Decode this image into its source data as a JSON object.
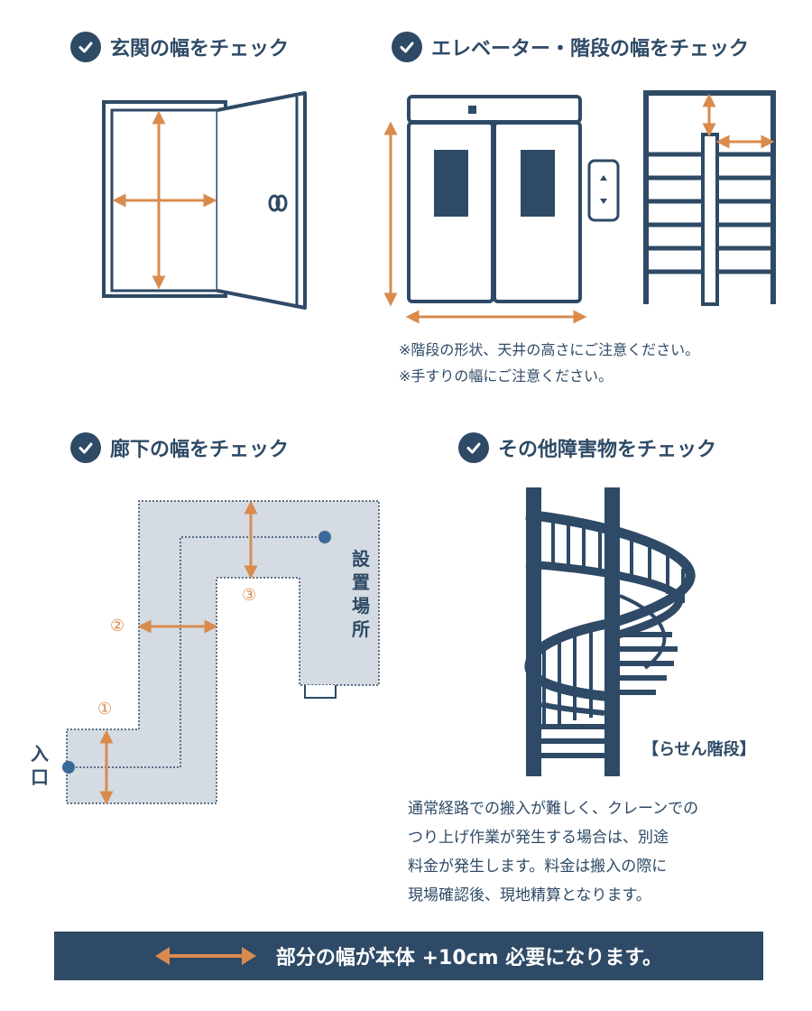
{
  "headings": {
    "entrance": "玄関の幅をチェック",
    "elevator_stairs": "エレベーター・階段の幅をチェック",
    "hallway": "廊下の幅をチェック",
    "obstacles": "その他障害物をチェック"
  },
  "notes": {
    "stairs_note_1": "※階段の形状、天井の高さにご注意ください。",
    "stairs_note_2": "※手すりの幅にご注意ください。"
  },
  "hallway_diagram": {
    "install_location": "設置場所",
    "entrance": "入口",
    "point_1": "①",
    "point_2": "②",
    "point_3": "③"
  },
  "spiral_stairs": {
    "label": "【らせん階段】"
  },
  "crane_notice": [
    "通常経路での搬入が難しく、クレーンでの",
    "つり上げ作業が発生する場合は、別途",
    "料金が発生します。料金は搬入の際に",
    "現場確認後、現地精算となります。"
  ],
  "banner": {
    "text": "部分の幅が本体 +10cm 必要になります。"
  },
  "colors": {
    "navy": "#2e4a66",
    "orange": "#d98b4e",
    "hallway_fill": "#d5dbe2"
  },
  "icons": [
    "check-icon",
    "double-arrow-icon",
    "elevator-button-icon",
    "door-handle-icon"
  ]
}
